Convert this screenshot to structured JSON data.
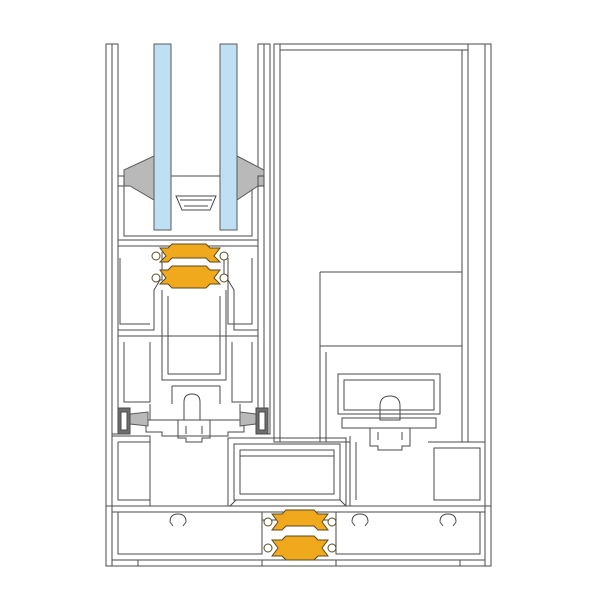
{
  "diagram": {
    "subject": "",
    "colors": {
      "background": "#ffffff",
      "outline": "#4a4a4a",
      "glass": "#bfe0f2",
      "gasket": "#b9b9b9",
      "seal_dark": "#6e6e6e",
      "thermal_break": "#f0a81c"
    },
    "components": [
      {
        "name": "outer-frame",
        "interactable": false
      },
      {
        "name": "sash-left",
        "interactable": false
      },
      {
        "name": "sash-right",
        "interactable": false
      },
      {
        "name": "glass-pane-outer",
        "interactable": false
      },
      {
        "name": "glass-pane-inner",
        "interactable": false
      },
      {
        "name": "glazing-gasket-left",
        "interactable": false
      },
      {
        "name": "glazing-gasket-right",
        "interactable": false
      },
      {
        "name": "thermal-break-sash",
        "interactable": false
      },
      {
        "name": "thermal-break-frame",
        "interactable": false
      },
      {
        "name": "brush-seals",
        "interactable": false
      },
      {
        "name": "rollers",
        "interactable": false
      }
    ]
  }
}
